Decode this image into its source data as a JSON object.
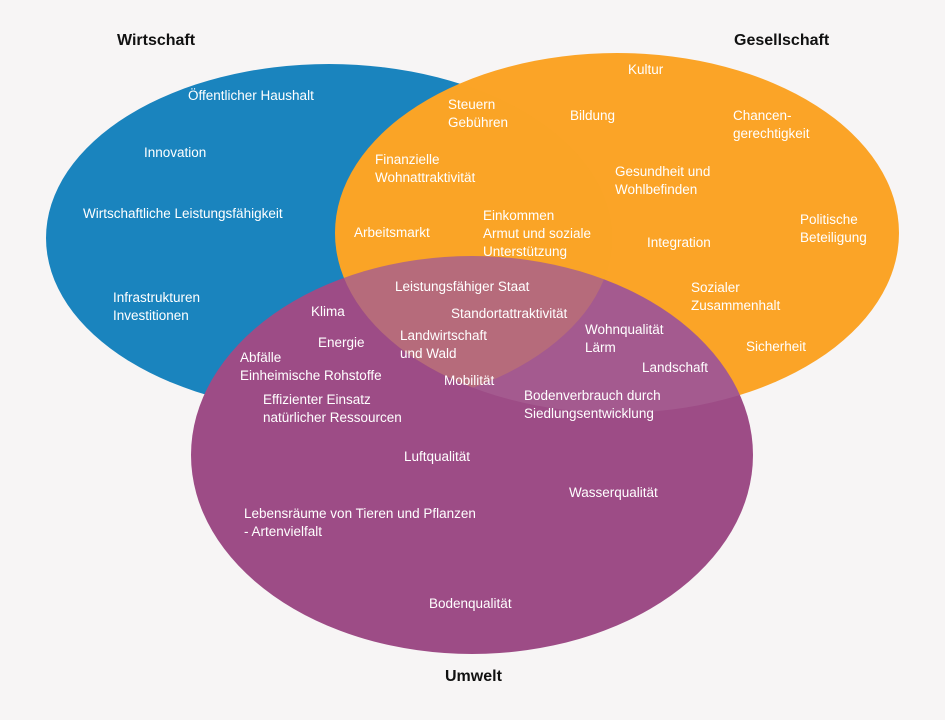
{
  "circles": {
    "wirtschaft": {
      "title": "Wirtschaft",
      "color": "#1a84be"
    },
    "gesellschaft": {
      "title": "Gesellschaft",
      "color": "#fba427"
    },
    "umwelt": {
      "title": "Umwelt",
      "color": "#9d4c86"
    }
  },
  "items": {
    "oeffentlicher_haushalt": "Öffentlicher Haushalt",
    "innovation": "Innovation",
    "wirtschaftliche_leistungsfaehigkeit": "Wirtschaftliche Leistungsfähigkeit",
    "infrastrukturen": "Infrastrukturen\nInvestitionen",
    "steuern": "Steuern\nGebühren",
    "finanzielle_wohnattraktivitaet": "Finanzielle\nWohnattraktivität",
    "arbeitsmarkt": "Arbeitsmarkt",
    "einkommen": "Einkommen\nArmut und soziale\nUnterstützung",
    "kultur": "Kultur",
    "bildung": "Bildung",
    "chancengerechtigkeit": "Chancen-\ngerechtigkeit",
    "gesundheit": "Gesundheit und\nWohlbefinden",
    "politische_beteiligung": "Politische\nBeteiligung",
    "integration": "Integration",
    "sozialer_zusammenhalt": "Sozialer\nZusammenhalt",
    "sicherheit": "Sicherheit",
    "klima": "Klima",
    "energie": "Energie",
    "abfaelle": "Abfälle\nEinheimische Rohstoffe",
    "effizienter_einsatz": "Effizienter Einsatz\nnatürlicher Ressourcen",
    "leistungsfaehiger_staat": "Leistungsfähiger Staat",
    "standortattraktivitaet": "Standortattraktivität",
    "landwirtschaft": "Landwirtschaft\nund Wald",
    "wohnqualitaet": "Wohnqualität\nLärm",
    "mobilitaet": "Mobilität",
    "landschaft": "Landschaft",
    "bodenverbrauch": "Bodenverbrauch durch\nSiedlungsentwicklung",
    "luftqualitaet": "Luftqualität",
    "wasserqualitaet": "Wasserqualität",
    "lebensraeume": "Lebensräume von Tieren und Pflanzen\n- Artenvielfalt",
    "bodenqualitaet": "Bodenqualität"
  }
}
